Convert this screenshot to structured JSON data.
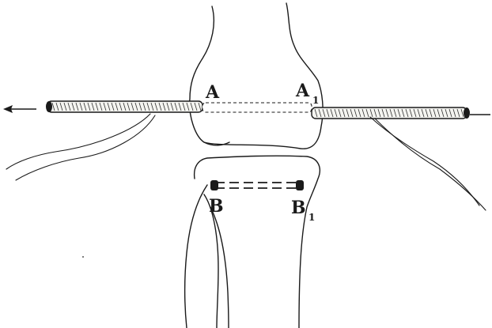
{
  "labels": {
    "a": "A",
    "a1_main": "A",
    "a1_sub": "1",
    "b": "B",
    "b1_main": "B",
    "b1_sub": "1"
  },
  "colors": {
    "ink": "#1a1a1a",
    "background": "#ffffff"
  }
}
